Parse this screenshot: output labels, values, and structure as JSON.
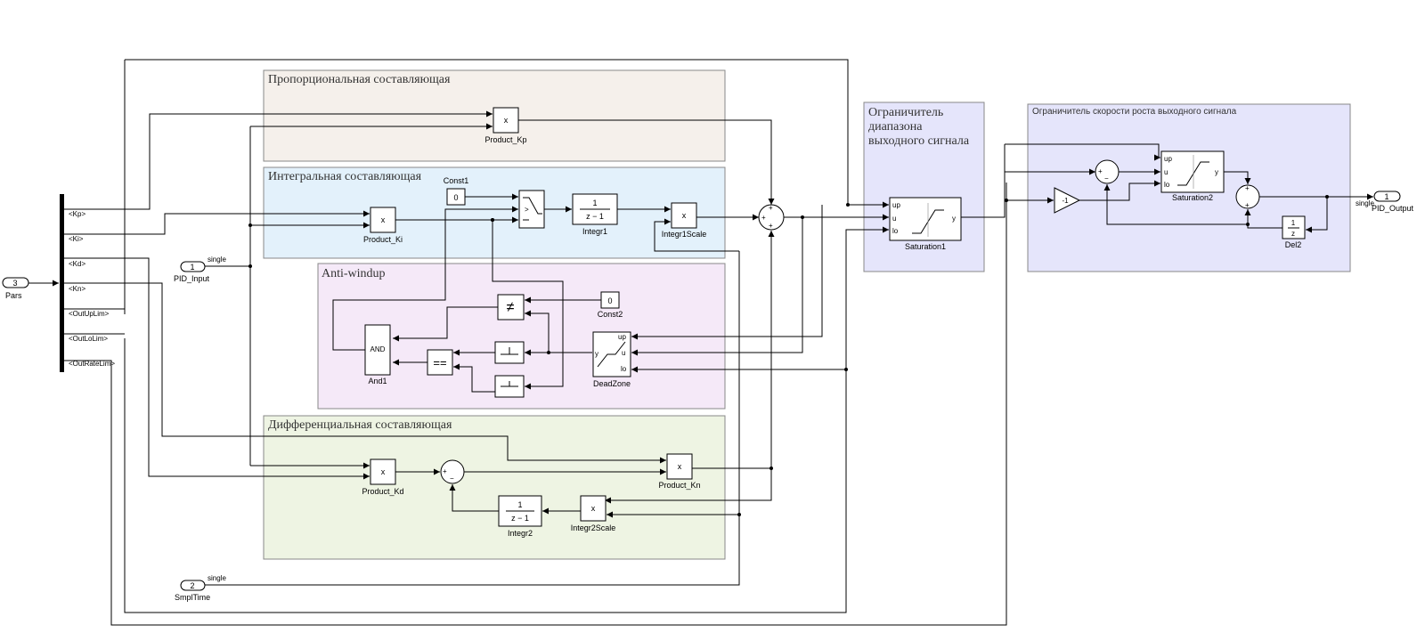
{
  "areas": {
    "prop": "Пропорциональная составляющая",
    "integ": "Интегральная составляющая",
    "antiwindup": "Anti-windup",
    "diff": "Дифференциальная составляющая",
    "limiter_line1": "Ограничитель",
    "limiter_line2": "диапазона",
    "limiter_line3": "выходного сигнала",
    "rate": "Ограничитель скорости роста выходного сигнала"
  },
  "ports": {
    "pars_num": "3",
    "pars": "Pars",
    "pid_input_num": "1",
    "pid_input": "PID_Input",
    "pid_input_type": "single",
    "smpltime_num": "2",
    "smpltime": "SmplTime",
    "smpltime_type": "single",
    "pid_output_num": "1",
    "pid_output": "PID_Output",
    "pid_output_type": "single"
  },
  "bus": [
    "<Kp>",
    "<Ki>",
    "<Kd>",
    "<Kn>",
    "<OutUpLim>",
    "<OutLoLim>",
    "<OutRateLim>"
  ],
  "blocks": {
    "product_kp": "Product_Kp",
    "product_ki": "Product_Ki",
    "product_kd": "Product_Kd",
    "product_kn": "Product_Kn",
    "const1": "Const1",
    "const1_val": "0",
    "const2": "Const2",
    "const2_val": "0",
    "integr1": "Integr1",
    "integr2": "Integr2",
    "integr1scale": "Integr1Scale",
    "integr2scale": "Integr2Scale",
    "and1": "And1",
    "and_text": "AND",
    "deadzone": "DeadZone",
    "saturation1": "Saturation1",
    "saturation2": "Saturation2",
    "del2": "Del2",
    "gain_val": "-1",
    "mult": "x",
    "neq": "≠",
    "eq": "==",
    "up": "up",
    "u": "u",
    "lo": "lo",
    "y": "y",
    "one": "1",
    "z_minus_1": "z − 1",
    "z": "z"
  },
  "colors": {
    "prop_bg": "#f5f0eb",
    "integ_bg": "#e3f1fb",
    "antiwindup_bg": "#f5e9f8",
    "diff_bg": "#eef4e3",
    "limiter_bg": "#e5e5fb",
    "rate_bg": "#e5e5fb"
  }
}
